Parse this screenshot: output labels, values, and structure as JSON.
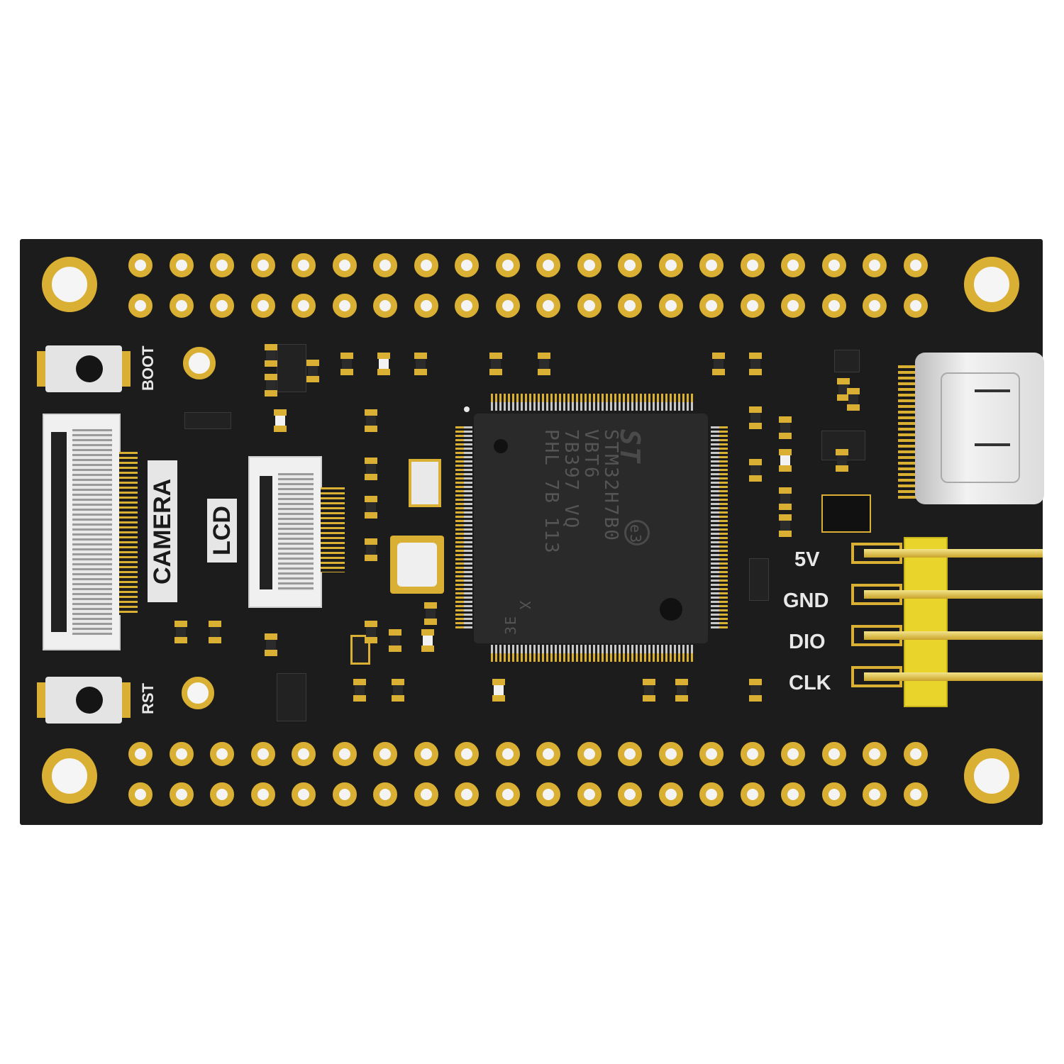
{
  "board": {
    "buttons": {
      "boot_label": "BOOT",
      "reset_label": "RST"
    },
    "connectors": {
      "camera_label": "CAMERA",
      "lcd_label": "LCD"
    },
    "header_pins": [
      "5V",
      "GND",
      "DIO",
      "CLK"
    ],
    "mcu": {
      "lines": [
        "STM32H7B0",
        "VBT6",
        "7B397 VQ",
        "PHL 7B 113"
      ],
      "logo": "ST",
      "eco_mark": "e3",
      "corner_code": "3E",
      "x_mark": "X"
    }
  },
  "colors": {
    "pcb": "#1c1c1c",
    "gold": "#d9b033",
    "header": "#e8d42a",
    "silk": "#e8e8e8"
  }
}
